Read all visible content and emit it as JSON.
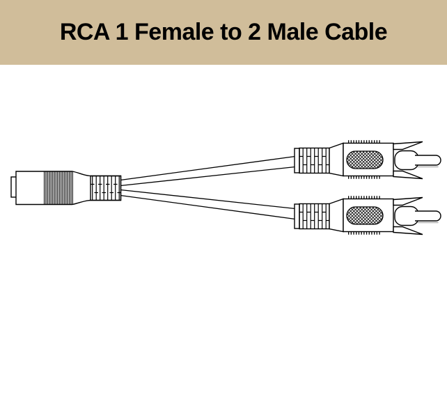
{
  "banner": {
    "title": "RCA 1 Female to 2 Male Cable",
    "background_color": "#d0bd9a",
    "text_color": "#000000"
  },
  "illustration": {
    "description": "Line drawing of a Y-splitter cable: one RCA female connector on the left splitting into two RCA male connectors on the right",
    "line_color": "#000000",
    "shadow_color": "#b3b3b3",
    "background_color": "#ffffff",
    "parts": {
      "female_connector": "RCA female connector",
      "upper_male_connector": "RCA male connector (top)",
      "lower_male_connector": "RCA male connector (bottom)",
      "upper_cable": "cable branch to top connector",
      "lower_cable": "cable branch to bottom connector"
    }
  }
}
